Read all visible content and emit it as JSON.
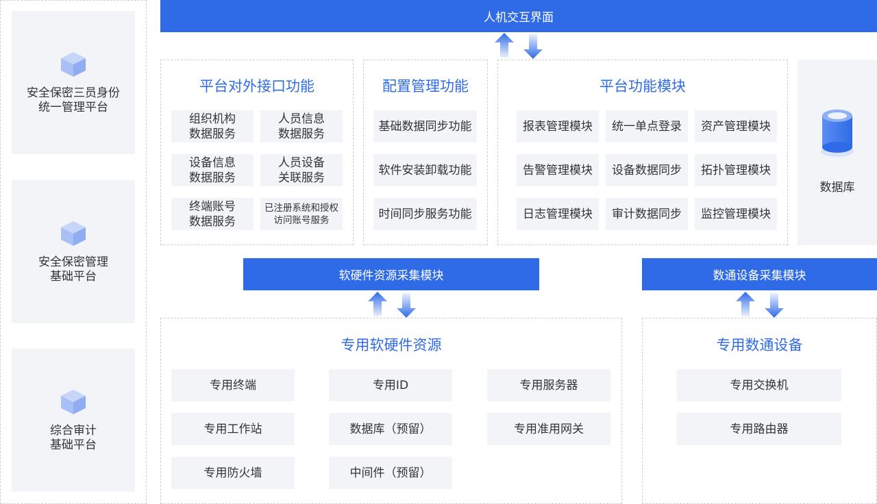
{
  "left_platforms": [
    {
      "line1": "安全保密三员身份",
      "line2": "统一管理平台",
      "icon": "cube-icon"
    },
    {
      "line1": "安全保密管理",
      "line2": "基础平台",
      "icon": "cube-icon"
    },
    {
      "line1": "综合审计",
      "line2": "基础平台",
      "icon": "cube-icon"
    }
  ],
  "hmi": {
    "label": "人机交互界面"
  },
  "interface": {
    "title": "平台对外接口功能",
    "items": [
      {
        "l1": "组织机构",
        "l2": "数据服务"
      },
      {
        "l1": "人员信息",
        "l2": "数据服务"
      },
      {
        "l1": "设备信息",
        "l2": "数据服务"
      },
      {
        "l1": "人员设备",
        "l2": "关联服务"
      },
      {
        "l1": "终端账号",
        "l2": "数据服务"
      },
      {
        "l1": "已注册系统和授权",
        "l2": "访问账号服务"
      }
    ]
  },
  "config": {
    "title": "配置管理功能",
    "items": [
      "基础数据同步功能",
      "软件安装卸载功能",
      "时间同步服务功能"
    ]
  },
  "modules": {
    "title": "平台功能模块",
    "items": [
      "报表管理模块",
      "统一单点登录",
      "资产管理模块",
      "告警管理模块",
      "设备数据同步",
      "拓扑管理模块",
      "日志管理模块",
      "审计数据同步",
      "监控管理模块"
    ]
  },
  "database": {
    "label": "数据库",
    "icon": "database-icon"
  },
  "hw_collect": {
    "label": "软硬件资源采集模块"
  },
  "net_collect": {
    "label": "数通设备采集模块"
  },
  "hw_resources": {
    "title": "专用软硬件资源",
    "items": [
      "专用终端",
      "专用ID",
      "专用服务器",
      "专用工作站",
      "数据库（预留）",
      "专用准用网关",
      "专用防火墙",
      "中间件（预留）"
    ]
  },
  "net_devices": {
    "title": "专用数通设备",
    "items": [
      "专用交换机",
      "专用路由器"
    ]
  },
  "colors": {
    "accent": "#2f6be7",
    "panel": "#f2f4f8",
    "border": "#c9ced6"
  }
}
